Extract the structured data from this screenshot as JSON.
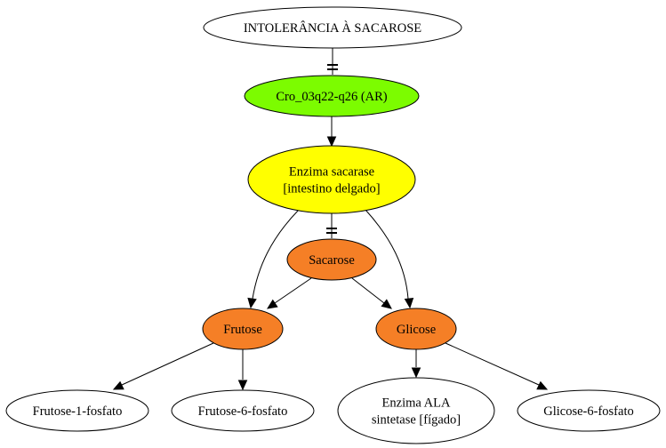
{
  "colors": {
    "white": "#ffffff",
    "green": "#7cfc00",
    "yellow": "#ffff00",
    "orange": "#f57f26"
  },
  "nodes": {
    "intolerancia": {
      "lines": [
        "INTOLERÂNCIA À SACAROSE"
      ],
      "fill": "white"
    },
    "cro": {
      "lines": [
        "Cro_03q22-q26 (AR)"
      ],
      "fill": "green"
    },
    "enzima_sacarase": {
      "lines": [
        "Enzima sacarase",
        "[intestino delgado]"
      ],
      "fill": "yellow"
    },
    "sacarose": {
      "lines": [
        "Sacarose"
      ],
      "fill": "orange"
    },
    "frutose": {
      "lines": [
        "Frutose"
      ],
      "fill": "orange"
    },
    "glicose": {
      "lines": [
        "Glicose"
      ],
      "fill": "orange"
    },
    "frutose_1_fosfato": {
      "lines": [
        "Frutose-1-fosfato"
      ],
      "fill": "white"
    },
    "frutose_6_fosfato": {
      "lines": [
        "Frutose-6-fosfato"
      ],
      "fill": "white"
    },
    "enzima_ala": {
      "lines": [
        "Enzima ALA",
        "sintetase [fígado]"
      ],
      "fill": "white"
    },
    "glicose_6_fosfato": {
      "lines": [
        "Glicose-6-fosfato"
      ],
      "fill": "white"
    }
  },
  "edges": [
    {
      "from": "intolerancia",
      "to": "cro",
      "type": "tee"
    },
    {
      "from": "cro",
      "to": "enzima_sacarase",
      "type": "arrow"
    },
    {
      "from": "enzima_sacarase",
      "to": "sacarose",
      "type": "tee"
    },
    {
      "from": "enzima_sacarase",
      "to": "frutose",
      "type": "arrow"
    },
    {
      "from": "enzima_sacarase",
      "to": "glicose",
      "type": "arrow"
    },
    {
      "from": "sacarose",
      "to": "frutose",
      "type": "arrow"
    },
    {
      "from": "sacarose",
      "to": "glicose",
      "type": "arrow"
    },
    {
      "from": "frutose",
      "to": "frutose_1_fosfato",
      "type": "arrow"
    },
    {
      "from": "frutose",
      "to": "frutose_6_fosfato",
      "type": "arrow"
    },
    {
      "from": "glicose",
      "to": "enzima_ala",
      "type": "arrow"
    },
    {
      "from": "glicose",
      "to": "glicose_6_fosfato",
      "type": "arrow"
    }
  ]
}
